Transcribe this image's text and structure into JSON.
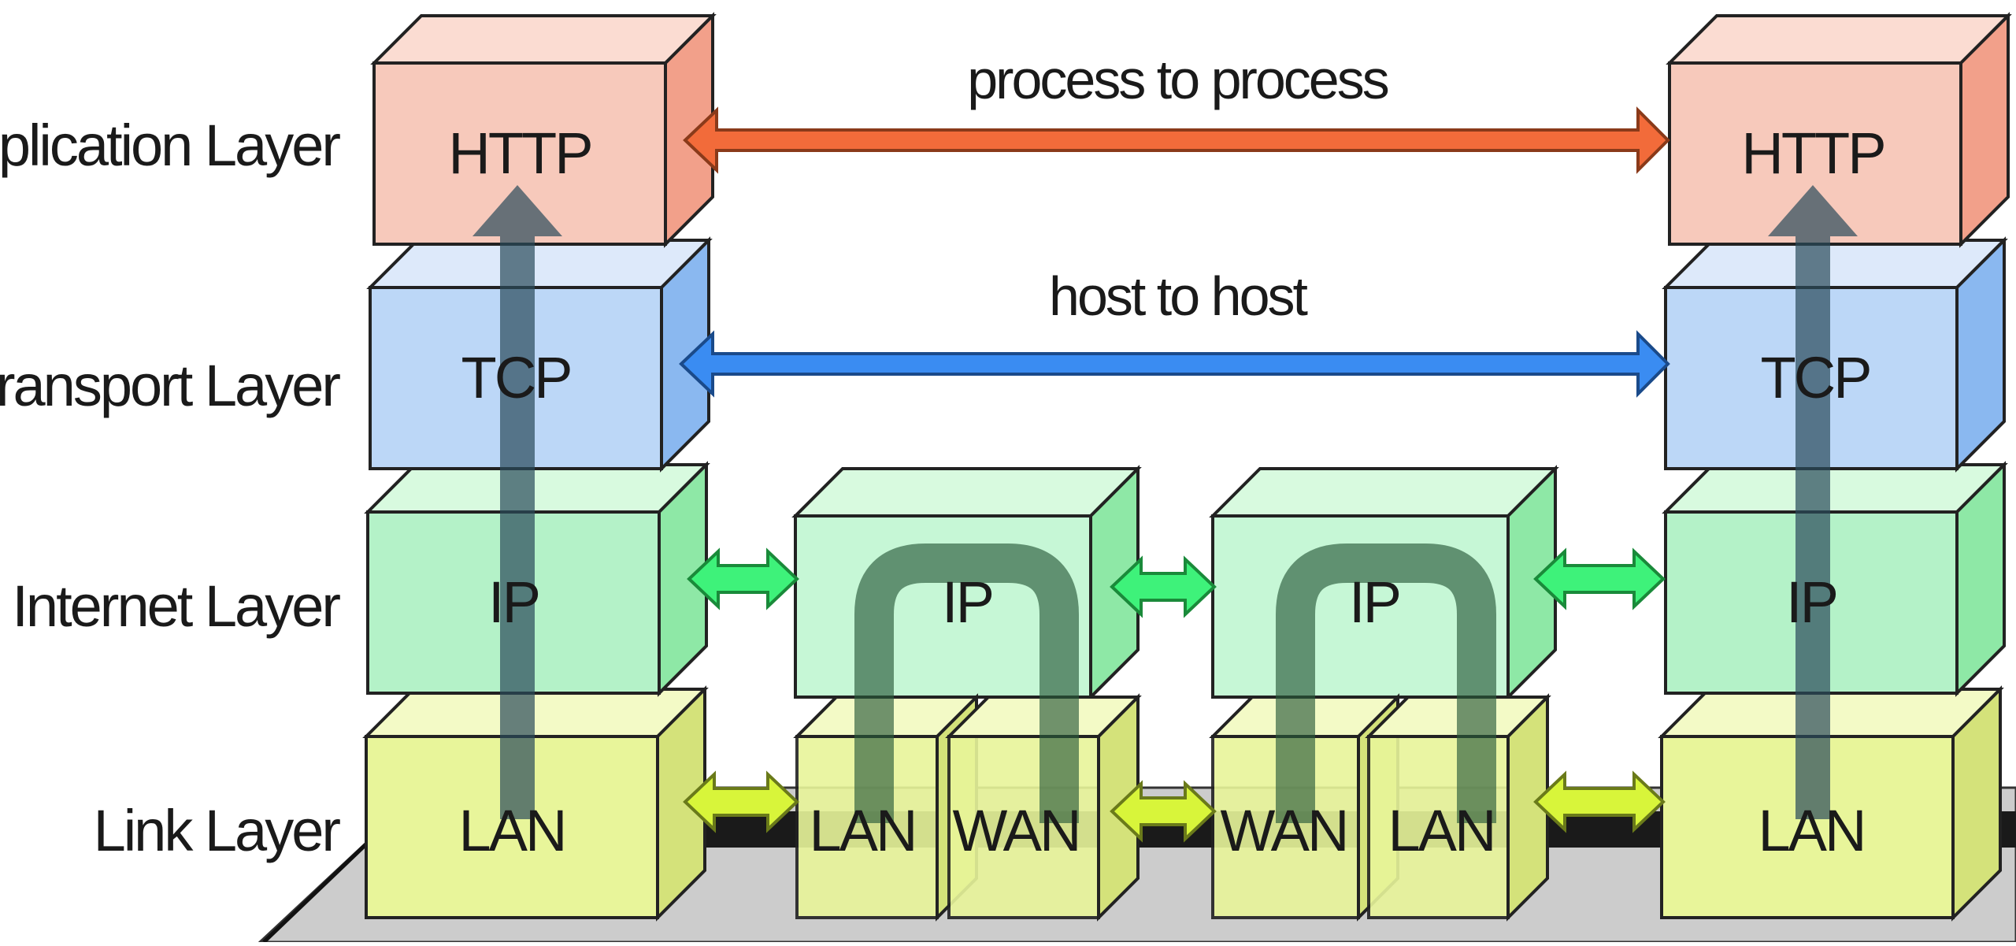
{
  "layers": [
    {
      "label": "Application Layer"
    },
    {
      "label": "Transport Layer"
    },
    {
      "label": "Internet Layer"
    },
    {
      "label": "Link Layer"
    }
  ],
  "connections": {
    "application": "process to process",
    "transport": "host to host"
  },
  "host_left": {
    "application": "HTTP",
    "transport": "TCP",
    "internet": "IP",
    "link": "LAN"
  },
  "router_1": {
    "internet": "IP",
    "link_left": "LAN",
    "link_right": "WAN"
  },
  "router_2": {
    "internet": "IP",
    "link_left": "WAN",
    "link_right": "LAN"
  },
  "host_right": {
    "application": "HTTP",
    "transport": "TCP",
    "internet": "IP",
    "link": "LAN"
  },
  "colors": {
    "application": "#f7c9bb",
    "transport": "#bcd7f7",
    "internet": "#b4f2c8",
    "link": "#e8f59a",
    "process_arrow": "#f26b3a",
    "host_arrow": "#3a8cf2",
    "ip_arrow": "#3ef27a",
    "link_arrow": "#d8f53a",
    "data_path": "#2a4a5a",
    "floor": "#cccccc",
    "cable": "#1a1a1a"
  }
}
